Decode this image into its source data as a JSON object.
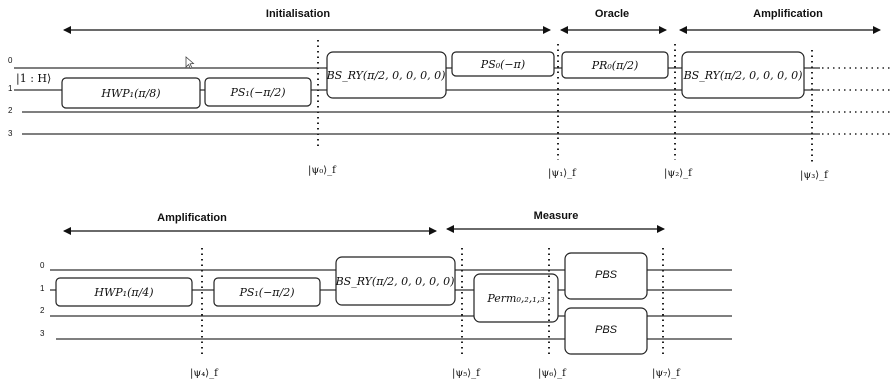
{
  "sections": {
    "initialisation": "Initialisation",
    "oracle": "Oracle",
    "amplification_top": "Amplification",
    "amplification_bottom": "Amplification",
    "measure": "Measure"
  },
  "wires": {
    "w0": "0",
    "w1": "1",
    "w2": "2",
    "w3": "3"
  },
  "input_state": "|1 : H⟩",
  "gates_top": {
    "hwp": "HWP₁(π/8)",
    "ps1": "PS₁(−π/2)",
    "bs1": "BS_RY(π/2, 0, 0, 0, 0)",
    "ps0": "PS₀(−π)",
    "pr0": "PR₀(π/2)",
    "bs2": "BS_RY(π/2, 0, 0, 0, 0)"
  },
  "gates_bottom": {
    "hwp": "HWP₁(π/4)",
    "ps1": "PS₁(−π/2)",
    "bs": "BS_RY(π/2, 0, 0, 0, 0)",
    "perm": "Perm₀,₂,₁,₃",
    "pbs1": "PBS",
    "pbs2": "PBS"
  },
  "states_top": {
    "psi0": "|ψ₀⟩_f",
    "psi1": "|ψ₁⟩_f",
    "psi2": "|ψ₂⟩_f",
    "psi3": "|ψ₃⟩_f"
  },
  "states_bottom": {
    "psi4": "|ψ₄⟩_f",
    "psi5": "|ψ₅⟩_f",
    "psi6": "|ψ₆⟩_f",
    "psi7": "|ψ₇⟩_f"
  }
}
